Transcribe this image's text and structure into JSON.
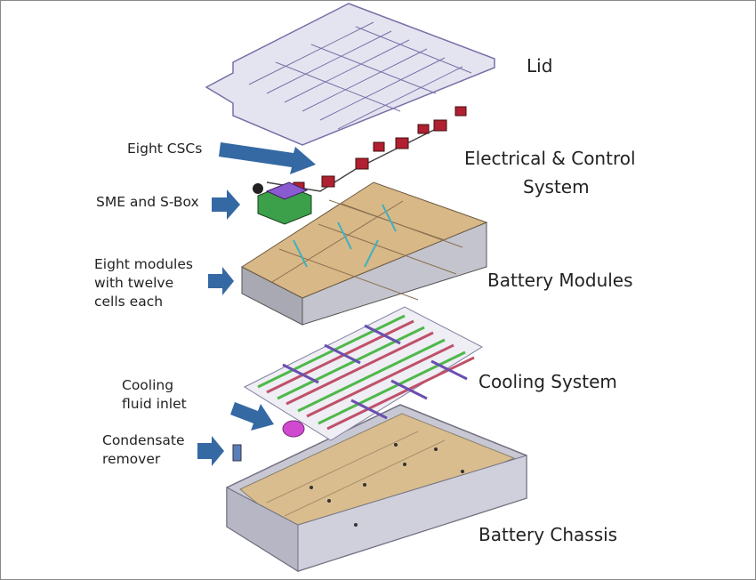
{
  "components": [
    {
      "id": "lid",
      "label": "Lid"
    },
    {
      "id": "electrical",
      "label_line1": "Electrical & Control",
      "label_line2": "System"
    },
    {
      "id": "modules",
      "label": "Battery Modules"
    },
    {
      "id": "cooling",
      "label": "Cooling System"
    },
    {
      "id": "chassis",
      "label": "Battery Chassis"
    }
  ],
  "callouts": [
    {
      "id": "cscs",
      "lines": [
        "Eight CSCs"
      ]
    },
    {
      "id": "sme",
      "lines": [
        "SME and S-Box"
      ]
    },
    {
      "id": "eight-modules",
      "lines": [
        "Eight modules",
        "with twelve",
        "cells each"
      ]
    },
    {
      "id": "inlet",
      "lines": [
        "Cooling",
        "fluid inlet"
      ]
    },
    {
      "id": "condensate",
      "lines": [
        "Condensate",
        "remover"
      ]
    }
  ],
  "colors": {
    "arrow": "#3569a3",
    "lid": "#e4e4f0",
    "lid_outline": "#7a6fa8",
    "module_top": "#d8b887",
    "module_side": "#b9b9c2",
    "cooling_green": "#4fb84a",
    "cooling_red": "#c0506a",
    "cooling_purple": "#6a4fb0",
    "chassis_floor": "#d9bd8e",
    "chassis_wall": "#c8c8d4",
    "sbox_green": "#3ca04a",
    "inlet_magenta": "#d04ad0"
  }
}
